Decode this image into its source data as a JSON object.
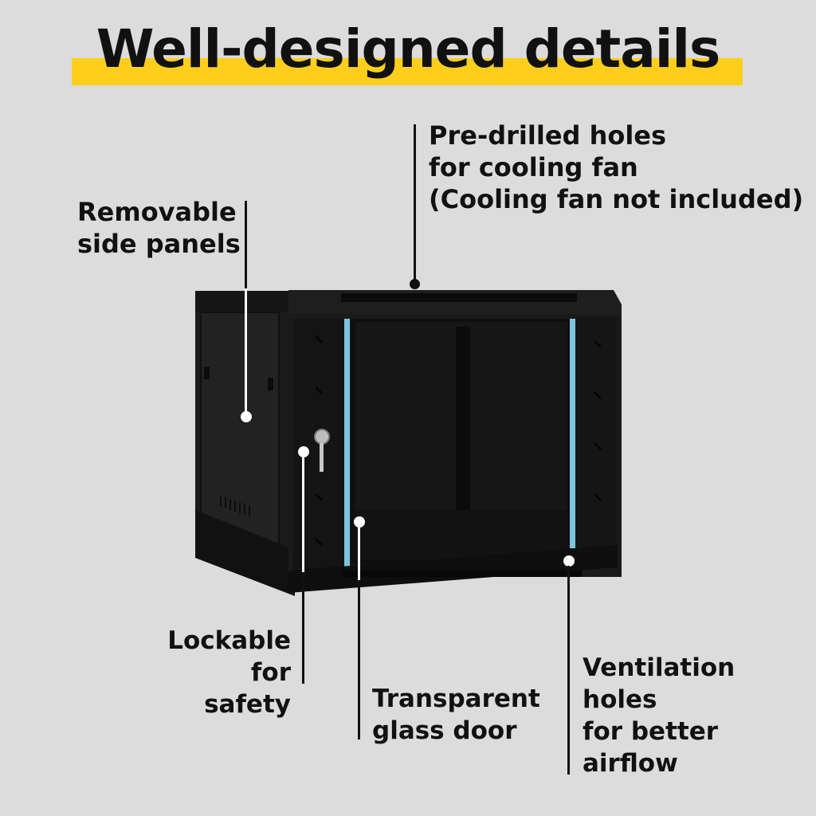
{
  "header": {
    "title": "Well-designed details",
    "accent_color": "#fdcf1c",
    "background_color": "#dcdcdc"
  },
  "callouts": {
    "cooling": "Pre-drilled holes\nfor cooling fan\n(Cooling fan not included)",
    "side_panels": "Removable\nside panels",
    "lockable": "Lockable\nfor safety",
    "glass_door": "Transparent\nglass door",
    "ventilation": "Ventilation\nholes\nfor better\nairflow"
  },
  "product": {
    "icon": "network-cabinet-icon",
    "door_trim_color": "#7fc4dd"
  }
}
